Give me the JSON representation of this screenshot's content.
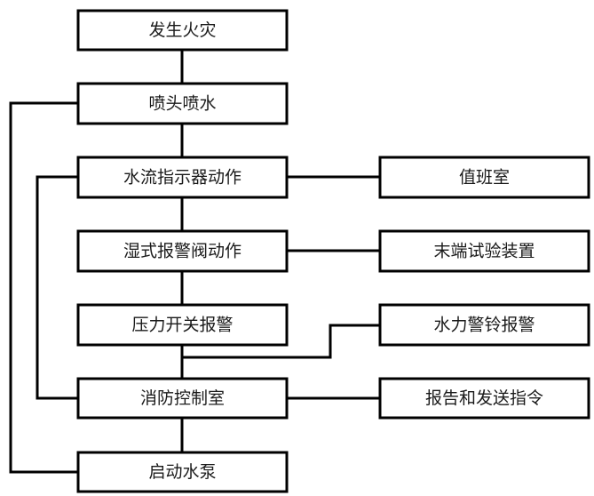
{
  "nodes": {
    "fire_occurs": "发生火灾",
    "sprinkler_spray": "喷头喷水",
    "water_flow_indicator": "水流指示器动作",
    "wet_alarm_valve": "湿式报警阀动作",
    "pressure_switch": "压力开关报警",
    "fire_control_room": "消防控制室",
    "start_pump": "启动水泵",
    "duty_room": "值班室",
    "end_test_device": "末端试验装置",
    "water_gong_alarm": "水力警铃报警",
    "report_and_command": "报告和发送指令"
  }
}
